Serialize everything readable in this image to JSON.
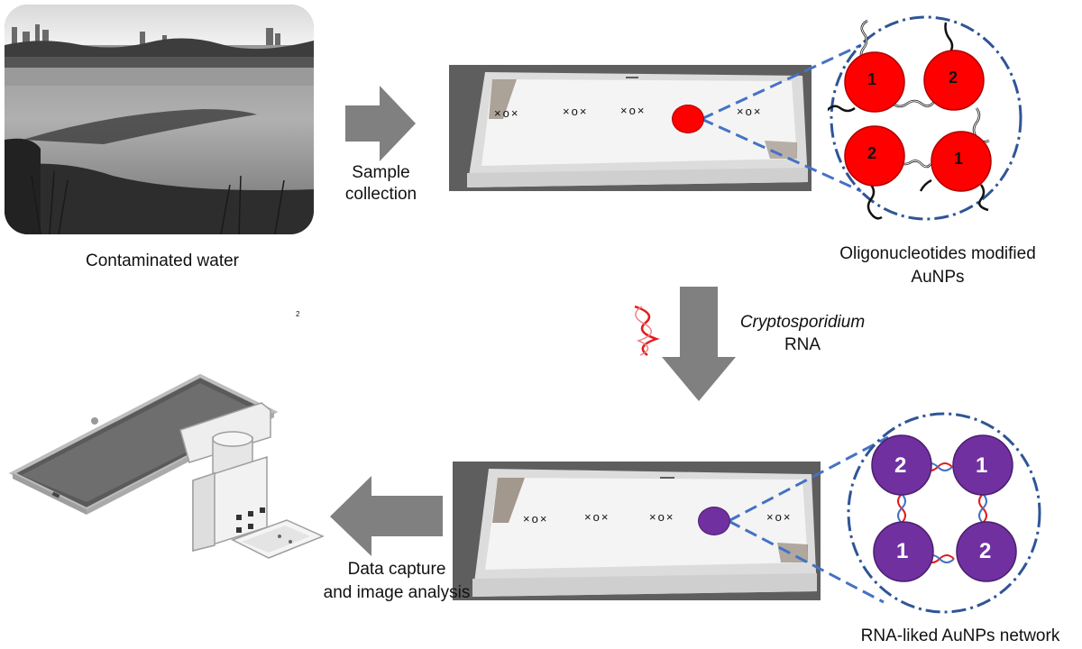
{
  "labels": {
    "contaminated_water": "Contaminated water",
    "sample_collection": "Sample\ncollection",
    "oligo_line1": "Oligonucleotides modified",
    "oligo_line2": "AuNPs",
    "crypto_line1": "Cryptosporidium",
    "crypto_line2": "RNA",
    "data_line1": "Data capture",
    "data_line2": "and image analysis",
    "rna_network": "RNA-liked AuNPs network",
    "stray_mark": "2"
  },
  "tray_marks": [
    "×o×",
    "×o×",
    "×o×",
    "×o×"
  ],
  "top_particles": [
    "1",
    "2",
    "2",
    "1"
  ],
  "bottom_particles": [
    "2",
    "1",
    "1",
    "2"
  ],
  "colors": {
    "arrow_gray": "#808080",
    "particle_red": "#ff0000",
    "particle_purple": "#7030a0",
    "dashed_blue": "#2f5597",
    "tray_dashed": "#4472c4",
    "rna_red": "#e41b1b"
  }
}
